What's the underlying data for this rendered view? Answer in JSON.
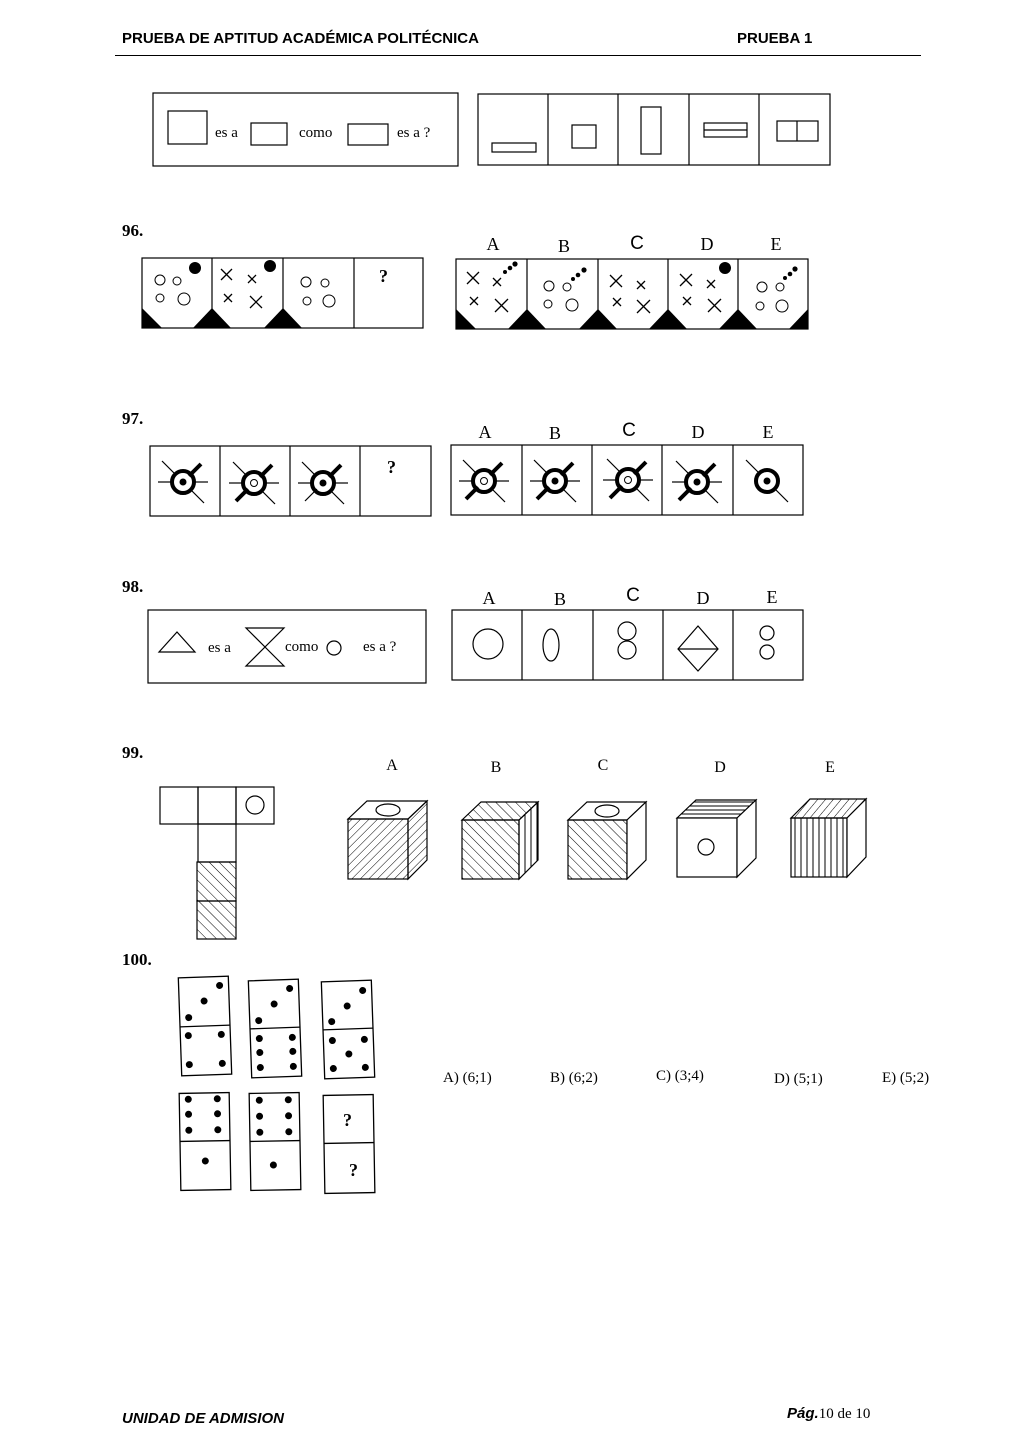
{
  "header": {
    "title": "PRUEBA DE APTITUD ACADÉMICA  POLITÉCNICA",
    "test": "PRUEBA 1"
  },
  "q95": {
    "es_a": "es a",
    "como": "como",
    "es_a_q": "es a ?"
  },
  "q96": {
    "number": "96.",
    "question_mark": "?",
    "options": [
      "A",
      "B",
      "C",
      "D",
      "E"
    ]
  },
  "q97": {
    "number": "97.",
    "question_mark": "?",
    "options": [
      "A",
      "B",
      "C",
      "D",
      "E"
    ]
  },
  "q98": {
    "number": "98.",
    "es_a": "es a",
    "como": "como",
    "es_a_q": "es a ?",
    "options": [
      "A",
      "B",
      "C",
      "D",
      "E"
    ]
  },
  "q99": {
    "number": "99.",
    "options": [
      "A",
      "B",
      "C",
      "D",
      "E"
    ]
  },
  "q100": {
    "number": "100.",
    "question_mark": "?",
    "answers": [
      "A) (6;1)",
      "B) (6;2)",
      "C) (3;4)",
      "D) (5;1)",
      "E) (5;2)"
    ]
  },
  "footer": {
    "left": "UNIDAD DE ADMISION",
    "page_label": "Pág.",
    "page_text": "10 de 10"
  }
}
